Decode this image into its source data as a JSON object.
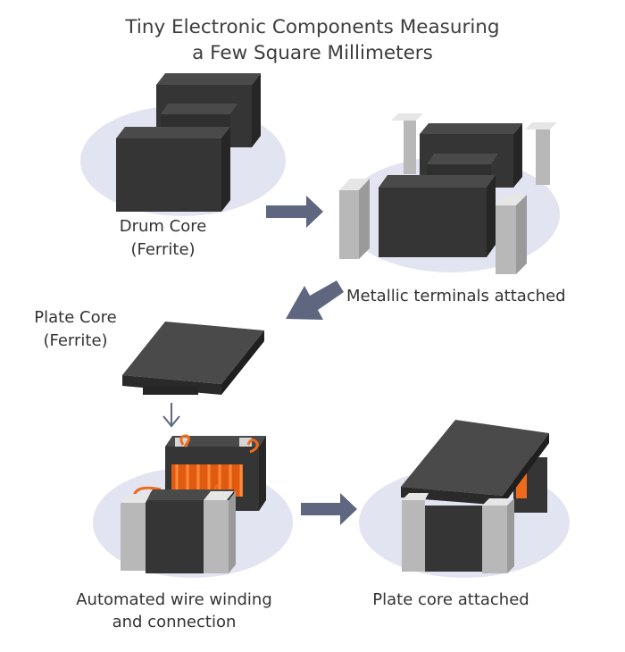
{
  "title": {
    "line1": "Tiny Electronic Components Measuring",
    "line2": "a Few Square Millimeters"
  },
  "labels": {
    "drum_core_1": "Drum Core",
    "drum_core_2": "(Ferrite)",
    "metallic_terminals": "Metallic terminals attached",
    "plate_core_1": "Plate Core",
    "plate_core_2": "(Ferrite)",
    "wire_winding_1": "Automated wire winding",
    "wire_winding_2": "and connection",
    "plate_core_attached": "Plate core attached"
  },
  "colors": {
    "ferrite": "#353535",
    "ferrite_top": "#4a4a4a",
    "terminal": "#b8b8b8",
    "wire": "#f06a1c",
    "base_ellipse": "#e2e4f1",
    "arrow": "#5f6780"
  }
}
